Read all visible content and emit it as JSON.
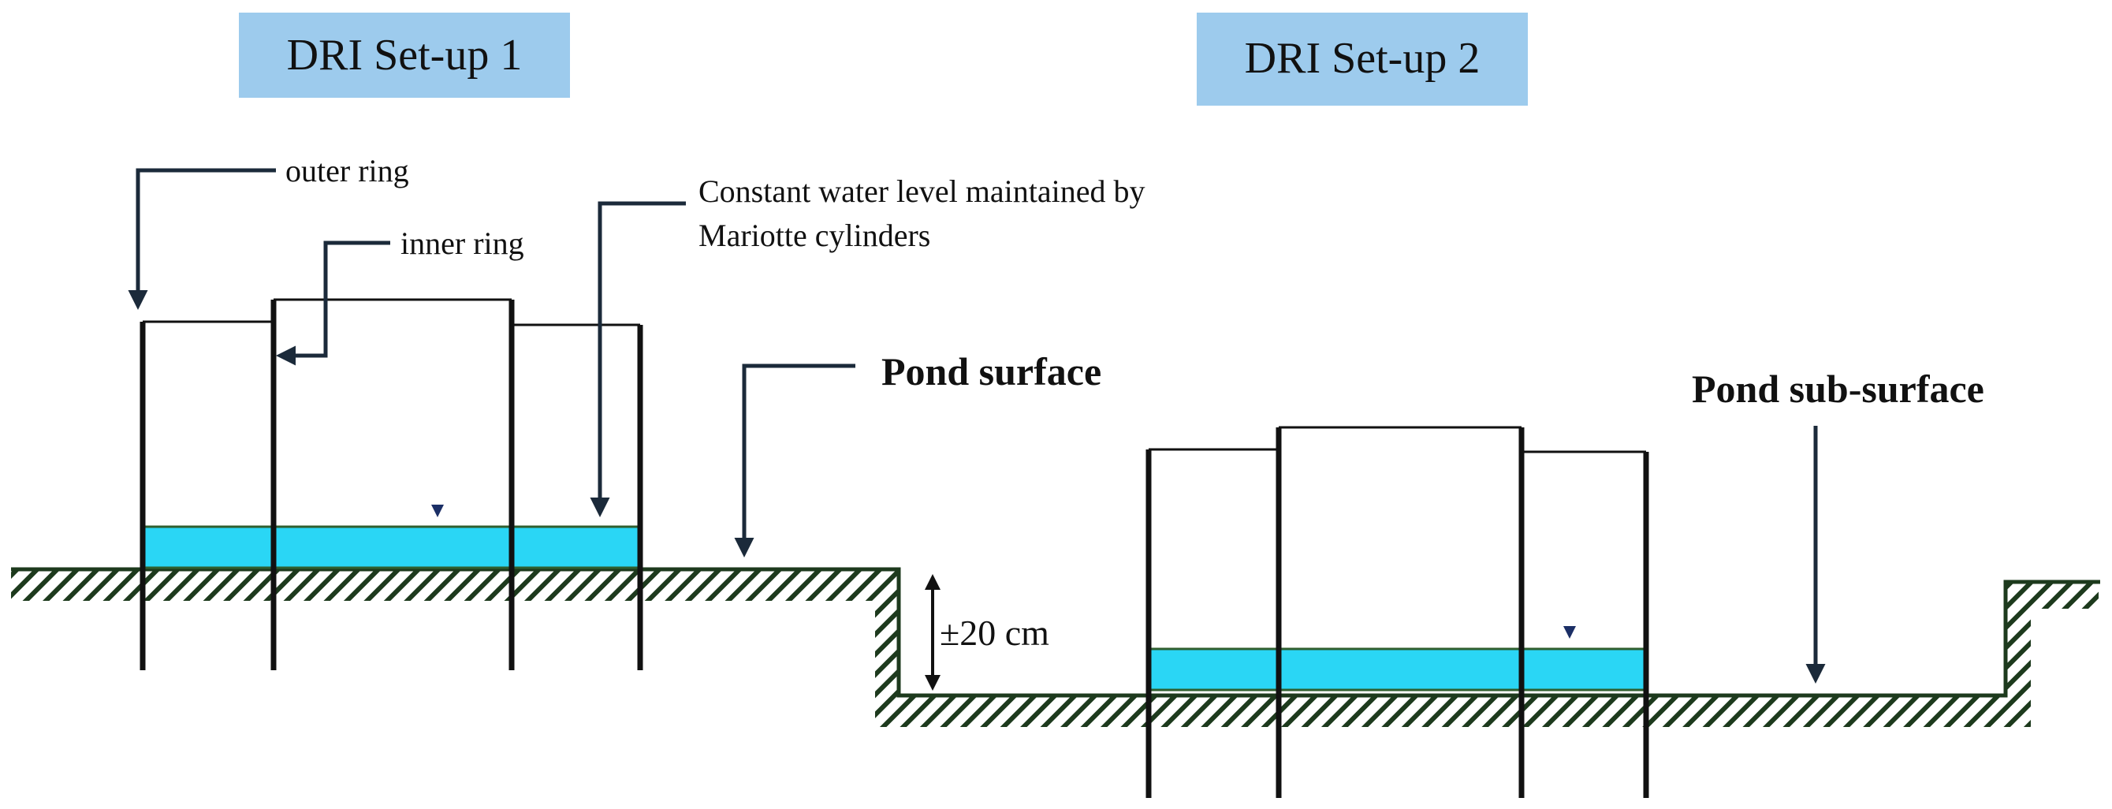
{
  "setup1": {
    "title": "DRI Set-up 1",
    "outer_ring_label": "outer ring",
    "inner_ring_label": "inner ring",
    "constant_level_line1": "Constant water level maintained by",
    "constant_level_line2": "Mariotte cylinders",
    "surface_label": "Pond surface"
  },
  "setup2": {
    "title": "DRI Set-up 2",
    "subsurface_label": "Pond sub-surface"
  },
  "depth_label": "±20 cm",
  "colors": {
    "title_box": "#9dcbed",
    "water": "#2ad6f5",
    "ground_hatch": "#1d3a1d",
    "leader_arrow": "#1b2a3a",
    "water_level_marker": "#1b2f66"
  }
}
